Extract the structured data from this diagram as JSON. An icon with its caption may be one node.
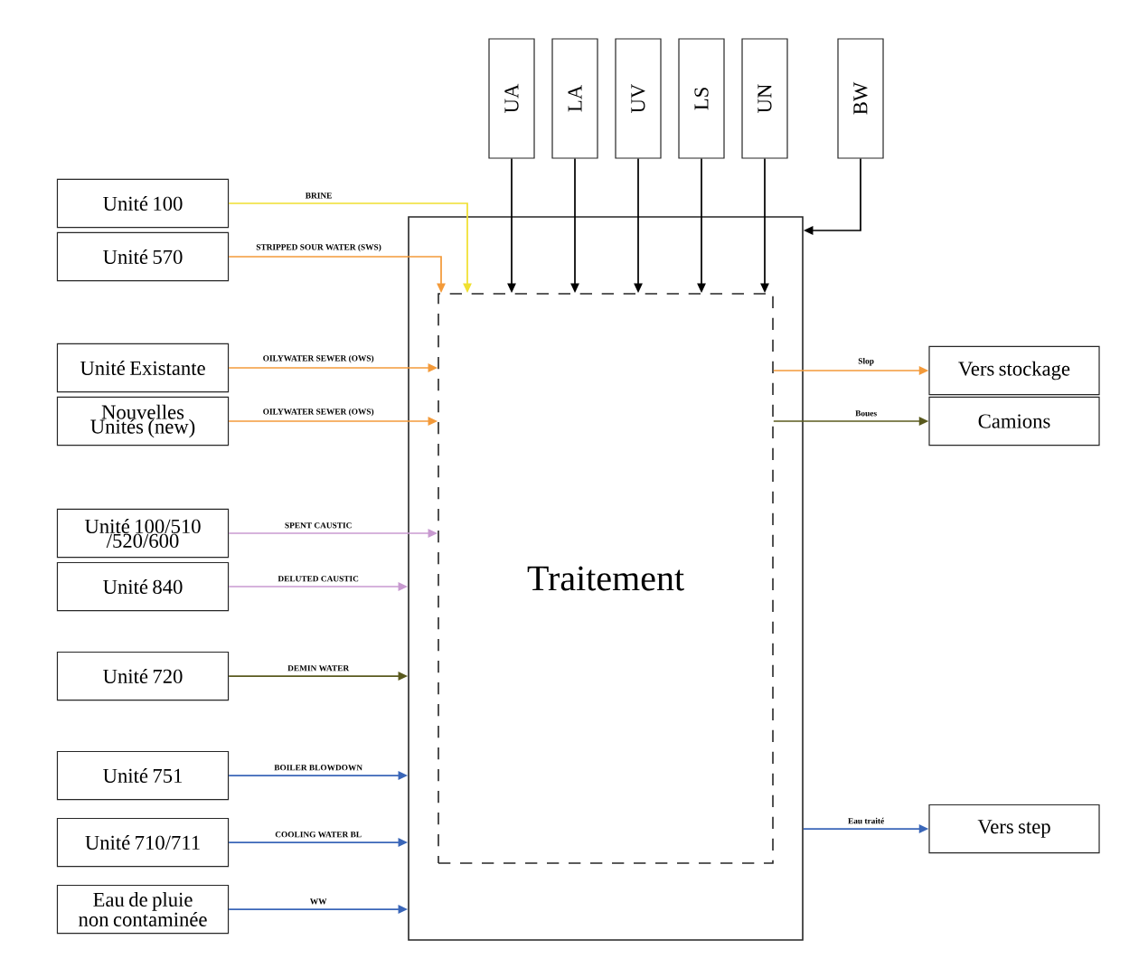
{
  "diagram": {
    "nodes": [
      {
        "text": [],
        "shape": "box"
      },
      {
        "text": [
          "Traitement"
        ],
        "in": 0
      },
      {
        "text": [
          "UA"
        ]
      },
      {
        "text": [
          "LA"
        ]
      },
      {
        "text": [
          "UV"
        ]
      },
      {
        "text": [
          "LS"
        ]
      },
      {
        "text": [
          "UN"
        ]
      },
      {
        "text": [
          "BW"
        ]
      },
      {
        "text": [
          "Unité 100"
        ]
      },
      {
        "text": [
          "Unité 570"
        ]
      },
      {
        "text": [
          "Unité Existante"
        ]
      },
      {
        "text": [
          "Nouvelles Unités (new)"
        ]
      },
      {
        "text": [
          "Unité 100/510 /520/600"
        ]
      },
      {
        "text": [
          "Unité 840"
        ]
      },
      {
        "text": [
          "Unité 720"
        ]
      },
      {
        "text": [
          "Unité 751"
        ]
      },
      {
        "text": [
          "Unité 710/711"
        ]
      },
      {
        "text": [
          "Eau de pluie non contaminée"
        ]
      },
      {
        "text": [
          "Vers stockage"
        ]
      },
      {
        "text": [
          "Camions"
        ]
      },
      {
        "text": [
          "Vers step"
        ]
      }
    ],
    "edges": [
      {
        "from": 8,
        "to": 1,
        "arrow": "to",
        "label": "BRINE",
        "color": "#f0e030"
      },
      {
        "from": 9,
        "to": 1,
        "arrow": "to",
        "label": "STRIPPED SOUR WATER (SWS)",
        "color": "#f39a3a"
      },
      {
        "from": 10,
        "to": 1,
        "arrow": "to",
        "label": "OILYWATER SEWER (OWS)",
        "color": "#f39a3a"
      },
      {
        "from": 11,
        "to": 1,
        "arrow": "to",
        "label": "OILYWATER SEWER (OWS)",
        "color": "#f39a3a"
      },
      {
        "from": 12,
        "to": 1,
        "arrow": "to",
        "label": "SPENT CAUSTIC",
        "color": "#c89ad0"
      },
      {
        "from": 13,
        "to": 0,
        "arrow": "to",
        "label": "DELUTED CAUSTIC",
        "color": "#c89ad0"
      },
      {
        "from": 14,
        "to": 0,
        "arrow": "to",
        "label": "DEMIN WATER",
        "color": "#5a5a1e"
      },
      {
        "from": 15,
        "to": 0,
        "arrow": "to",
        "label": "BOILER BLOWDOWN",
        "color": "#3a66b8"
      },
      {
        "from": 16,
        "to": 0,
        "arrow": "to",
        "label": "COOLING WATER BL",
        "color": "#3a66b8"
      },
      {
        "from": 17,
        "to": 0,
        "arrow": "to",
        "label": "WW",
        "color": "#3a66b8"
      },
      {
        "from": 2,
        "to": 1,
        "arrow": "to"
      },
      {
        "from": 3,
        "to": 1,
        "arrow": "to"
      },
      {
        "from": 4,
        "to": 1,
        "arrow": "to"
      },
      {
        "from": 5,
        "to": 1,
        "arrow": "to"
      },
      {
        "from": 6,
        "to": 1,
        "arrow": "to"
      },
      {
        "from": 7,
        "to": 0,
        "arrow": "to"
      },
      {
        "from": 1,
        "to": 18,
        "arrow": "to",
        "label": "Slop",
        "color": "#f39a3a"
      },
      {
        "from": 1,
        "to": 19,
        "arrow": "to",
        "label": "Boues",
        "color": "#5a5a1e"
      },
      {
        "from": 0,
        "to": 20,
        "arrow": "to",
        "label": "Eau traité",
        "color": "#3a66b8"
      }
    ]
  }
}
